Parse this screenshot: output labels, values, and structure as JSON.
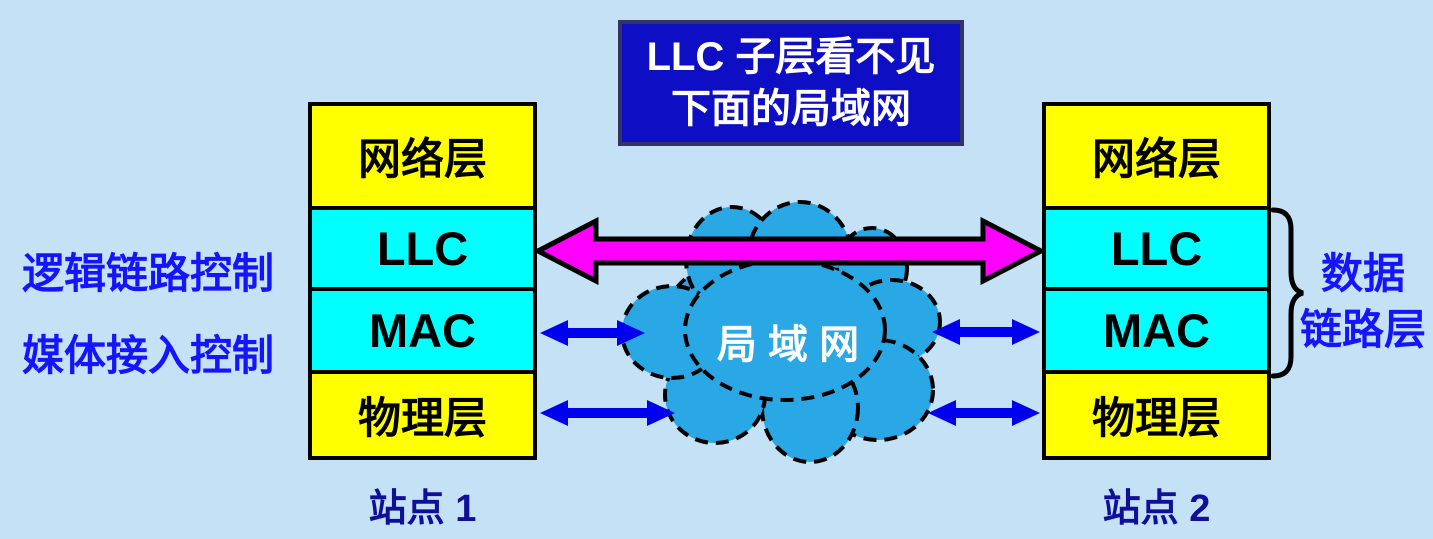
{
  "title_box": {
    "line1": "LLC 子层看不见",
    "line2": "下面的局域网"
  },
  "station1": {
    "layers": [
      "网络层",
      "LLC",
      "MAC",
      "物理层"
    ],
    "label": "站点 1"
  },
  "station2": {
    "layers": [
      "网络层",
      "LLC",
      "MAC",
      "物理层"
    ],
    "label": "站点 2"
  },
  "side_labels": {
    "llc": "逻辑链路控制",
    "mac": "媒体接入控制"
  },
  "cloud": {
    "label": "局 域 网"
  },
  "brace_label": {
    "line1": "数据",
    "line2": "链路层"
  },
  "icons": {
    "llc_peer_arrow": "double-headed-arrow",
    "mac_lan_arrows": "double-headed-arrow",
    "phy_lan_arrows": "double-headed-arrow",
    "data_link_brace": "curly-brace"
  },
  "colors": {
    "background": "#C4E1F6",
    "title_bg": "#0E0EC4",
    "title_border": "#333366",
    "layer_yellow": "#FFFF00",
    "layer_cyan": "#00FFFF",
    "cloud_fill": "#29A8E5",
    "llc_arrow": "#FF00FF",
    "mac_phy_arrow": "#0000EE",
    "side_label_text": "#1414FF",
    "station_label_text": "#0F0F99",
    "outline": "#000000"
  }
}
